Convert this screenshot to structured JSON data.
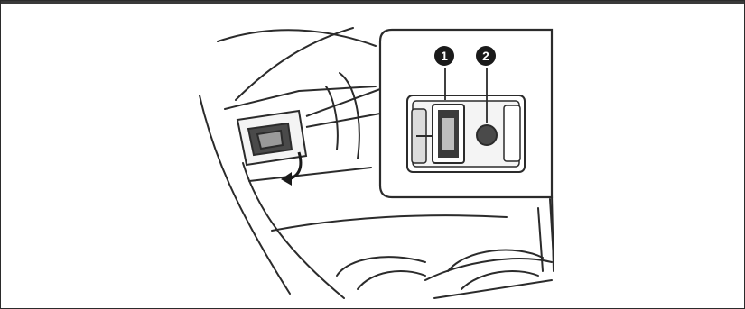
{
  "callouts": [
    {
      "label": "1",
      "meaning": "usb-port"
    },
    {
      "label": "2",
      "meaning": "aux-jack"
    }
  ],
  "colors": {
    "line": "#2b2b2b",
    "fill_light": "#f4f4f4",
    "fill_mid": "#dcdcdc",
    "fill_dark": "#4a4a4a"
  }
}
